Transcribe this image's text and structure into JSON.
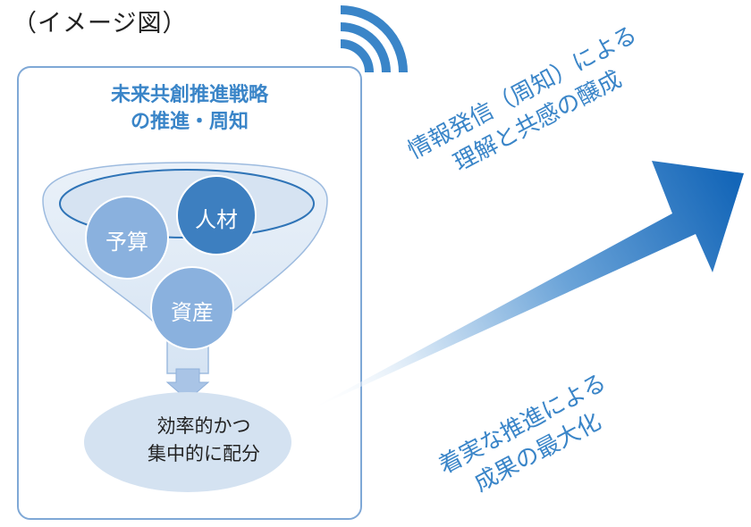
{
  "caption": "（イメージ図）",
  "box": {
    "title_line1": "未来共創推進戦略",
    "title_line2": "の推進・周知"
  },
  "funnel": {
    "circle_budget": "予算",
    "circle_talent": "人材",
    "circle_assets": "資産"
  },
  "result": {
    "line1": "効率的かつ",
    "line2": "集中的に配分"
  },
  "upper_message": {
    "line1": "情報発信（周知）による",
    "line2": "理解と共感の醸成"
  },
  "lower_message": {
    "line1": "着実な推進による",
    "line2": "成果の最大化"
  },
  "colors": {
    "accent": "#3a85c8",
    "circle_dark": "#3d7fc0",
    "circle_light": "#8ab1de",
    "funnel_fill": "#dbe7f4",
    "result_fill": "#d4e2f1",
    "text": "#222222"
  },
  "icons": {
    "signal": "wifi-signal-icon",
    "arrow": "growth-arrow-icon"
  }
}
